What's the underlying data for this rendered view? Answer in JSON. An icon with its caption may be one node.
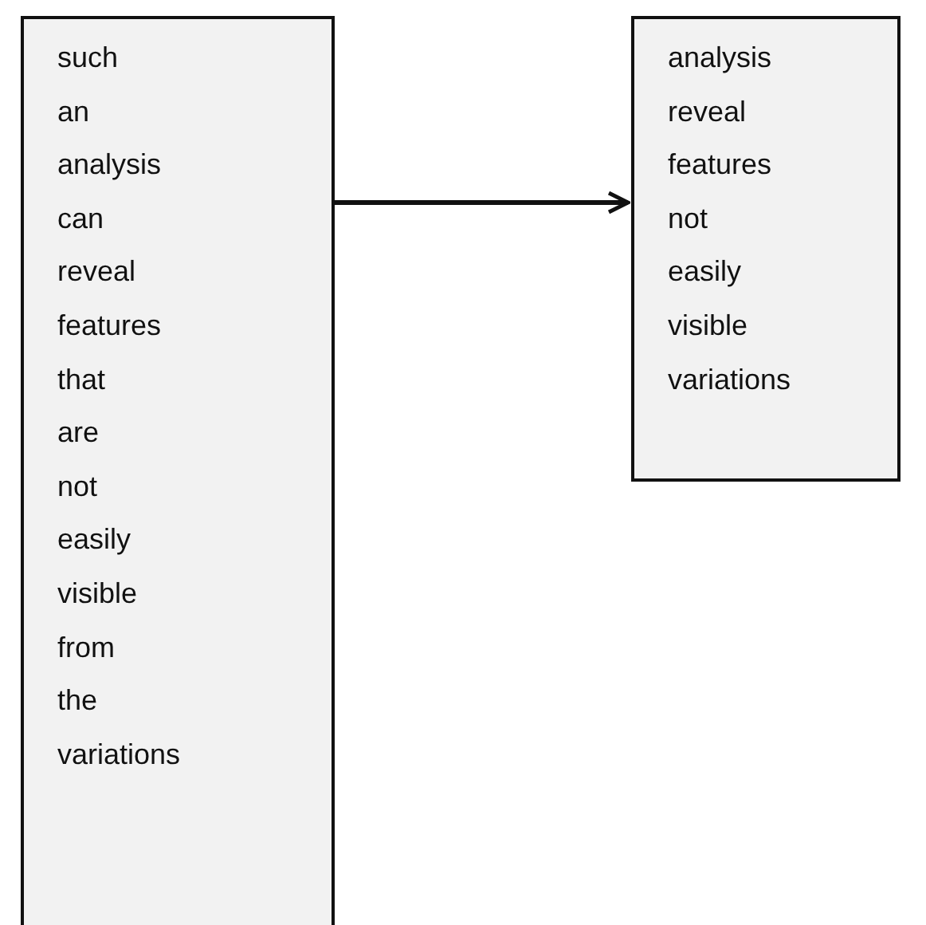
{
  "diagram": {
    "nodes": [
      {
        "text": [
          "such",
          "an",
          "analysis",
          "can",
          "reveal",
          "features",
          "that",
          "are",
          "not",
          "easily",
          "visible",
          "from",
          "the",
          "variations"
        ]
      },
      {
        "text": [
          "analysis",
          "reveal",
          "features",
          "not",
          "easily",
          "visible",
          "variations"
        ]
      }
    ],
    "edges": [
      {
        "from": 0,
        "to": 1,
        "arrow": "to"
      }
    ]
  }
}
